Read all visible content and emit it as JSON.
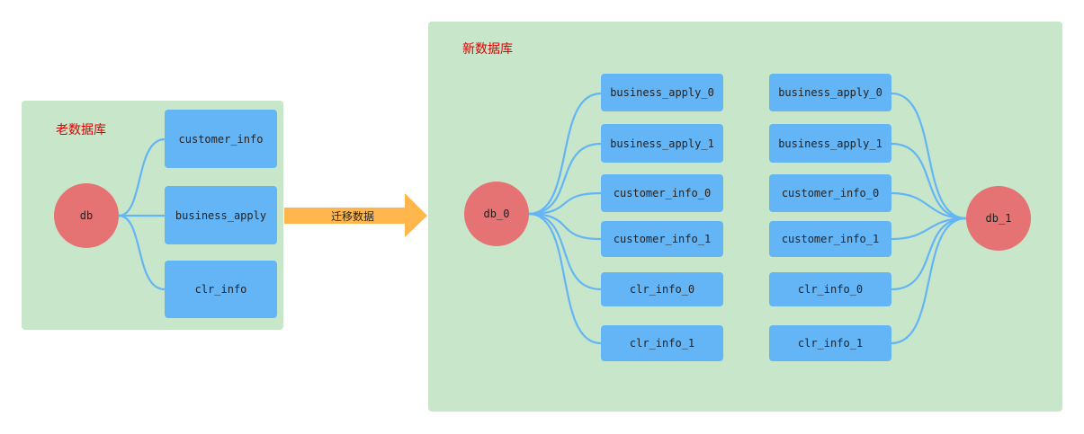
{
  "colors": {
    "panel_bg": "#c8e6c9",
    "box": "#64b5f6",
    "db_circle": "#e57373",
    "link": "#64b5f6",
    "arrow": "#ffb74d",
    "title": "#e00000"
  },
  "old_db": {
    "title": "老数据库",
    "db": "db",
    "tables": [
      "customer_info",
      "business_apply",
      "clr_info"
    ]
  },
  "migration": {
    "label": "迁移数据"
  },
  "new_db": {
    "title": "新数据库",
    "db_left": "db_0",
    "db_right": "db_1",
    "left_tables": [
      "business_apply_0",
      "business_apply_1",
      "customer_info_0",
      "customer_info_1",
      "clr_info_0",
      "clr_info_1"
    ],
    "right_tables": [
      "business_apply_0",
      "business_apply_1",
      "customer_info_0",
      "customer_info_1",
      "clr_info_0",
      "clr_info_1"
    ]
  }
}
